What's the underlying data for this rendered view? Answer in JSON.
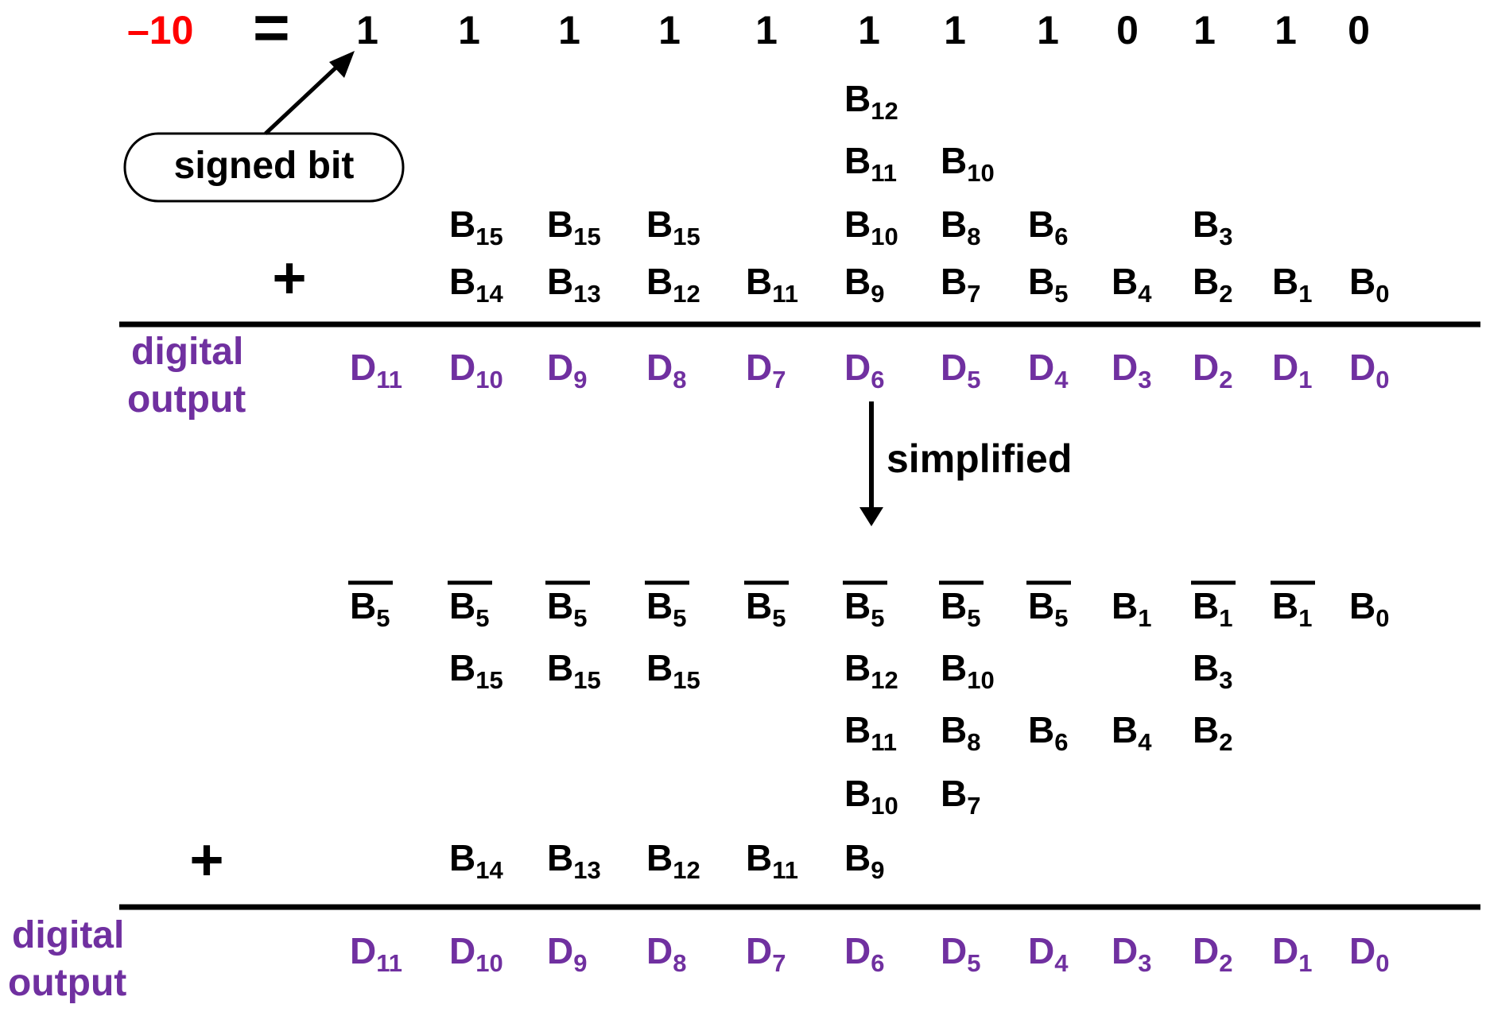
{
  "colors": {
    "ink": "#000000",
    "purple": "#7030a0",
    "red": "#ff0000"
  },
  "header": {
    "value": "–10",
    "equals": "=",
    "bits": [
      "1",
      "1",
      "1",
      "1",
      "1",
      "1",
      "1",
      "1",
      "0",
      "1",
      "1",
      "0"
    ]
  },
  "callout": {
    "label": "signed bit"
  },
  "top": {
    "rows": [
      [
        null,
        null,
        null,
        null,
        null,
        {
          "b": "B",
          "s": "12"
        },
        null,
        null,
        null,
        null,
        null,
        null
      ],
      [
        null,
        null,
        null,
        null,
        null,
        {
          "b": "B",
          "s": "11"
        },
        {
          "b": "B",
          "s": "10"
        },
        null,
        null,
        null,
        null,
        null
      ],
      [
        null,
        {
          "b": "B",
          "s": "15"
        },
        {
          "b": "B",
          "s": "15"
        },
        {
          "b": "B",
          "s": "15"
        },
        null,
        {
          "b": "B",
          "s": "10"
        },
        {
          "b": "B",
          "s": "8"
        },
        {
          "b": "B",
          "s": "6"
        },
        null,
        {
          "b": "B",
          "s": "3"
        },
        null,
        null
      ],
      [
        null,
        {
          "b": "B",
          "s": "14"
        },
        {
          "b": "B",
          "s": "13"
        },
        {
          "b": "B",
          "s": "12"
        },
        {
          "b": "B",
          "s": "11"
        },
        {
          "b": "B",
          "s": "9"
        },
        {
          "b": "B",
          "s": "7"
        },
        {
          "b": "B",
          "s": "5"
        },
        {
          "b": "B",
          "s": "4"
        },
        {
          "b": "B",
          "s": "2"
        },
        {
          "b": "B",
          "s": "1"
        },
        {
          "b": "B",
          "s": "0"
        }
      ]
    ],
    "plus": "+",
    "output_label": [
      "digital",
      "output"
    ],
    "outputs": [
      {
        "b": "D",
        "s": "11"
      },
      {
        "b": "D",
        "s": "10"
      },
      {
        "b": "D",
        "s": "9"
      },
      {
        "b": "D",
        "s": "8"
      },
      {
        "b": "D",
        "s": "7"
      },
      {
        "b": "D",
        "s": "6"
      },
      {
        "b": "D",
        "s": "5"
      },
      {
        "b": "D",
        "s": "4"
      },
      {
        "b": "D",
        "s": "3"
      },
      {
        "b": "D",
        "s": "2"
      },
      {
        "b": "D",
        "s": "1"
      },
      {
        "b": "D",
        "s": "0"
      }
    ]
  },
  "simplify": {
    "label": "simplified"
  },
  "bottom": {
    "rows": [
      [
        {
          "b": "B",
          "s": "5",
          "bar": true
        },
        {
          "b": "B",
          "s": "5",
          "bar": true
        },
        {
          "b": "B",
          "s": "5",
          "bar": true
        },
        {
          "b": "B",
          "s": "5",
          "bar": true
        },
        {
          "b": "B",
          "s": "5",
          "bar": true
        },
        {
          "b": "B",
          "s": "5",
          "bar": true
        },
        {
          "b": "B",
          "s": "5",
          "bar": true
        },
        {
          "b": "B",
          "s": "5",
          "bar": true
        },
        {
          "b": "B",
          "s": "1"
        },
        {
          "b": "B",
          "s": "1",
          "bar": true
        },
        {
          "b": "B",
          "s": "1",
          "bar": true
        },
        {
          "b": "B",
          "s": "0"
        }
      ],
      [
        null,
        {
          "b": "B",
          "s": "15"
        },
        {
          "b": "B",
          "s": "15"
        },
        {
          "b": "B",
          "s": "15"
        },
        null,
        {
          "b": "B",
          "s": "12"
        },
        {
          "b": "B",
          "s": "10"
        },
        null,
        null,
        {
          "b": "B",
          "s": "3"
        },
        null,
        null
      ],
      [
        null,
        null,
        null,
        null,
        null,
        {
          "b": "B",
          "s": "11"
        },
        {
          "b": "B",
          "s": "8"
        },
        {
          "b": "B",
          "s": "6"
        },
        {
          "b": "B",
          "s": "4"
        },
        {
          "b": "B",
          "s": "2"
        },
        null,
        null
      ],
      [
        null,
        null,
        null,
        null,
        null,
        {
          "b": "B",
          "s": "10"
        },
        {
          "b": "B",
          "s": "7"
        },
        null,
        null,
        null,
        null,
        null
      ],
      [
        null,
        {
          "b": "B",
          "s": "14"
        },
        {
          "b": "B",
          "s": "13"
        },
        {
          "b": "B",
          "s": "12"
        },
        {
          "b": "B",
          "s": "11"
        },
        {
          "b": "B",
          "s": "9"
        },
        null,
        null,
        null,
        null,
        null,
        null
      ]
    ],
    "plus": "+",
    "output_label": [
      "digital",
      "output"
    ],
    "outputs": [
      {
        "b": "D",
        "s": "11"
      },
      {
        "b": "D",
        "s": "10"
      },
      {
        "b": "D",
        "s": "9"
      },
      {
        "b": "D",
        "s": "8"
      },
      {
        "b": "D",
        "s": "7"
      },
      {
        "b": "D",
        "s": "6"
      },
      {
        "b": "D",
        "s": "5"
      },
      {
        "b": "D",
        "s": "4"
      },
      {
        "b": "D",
        "s": "3"
      },
      {
        "b": "D",
        "s": "2"
      },
      {
        "b": "D",
        "s": "1"
      },
      {
        "b": "D",
        "s": "0"
      }
    ]
  }
}
